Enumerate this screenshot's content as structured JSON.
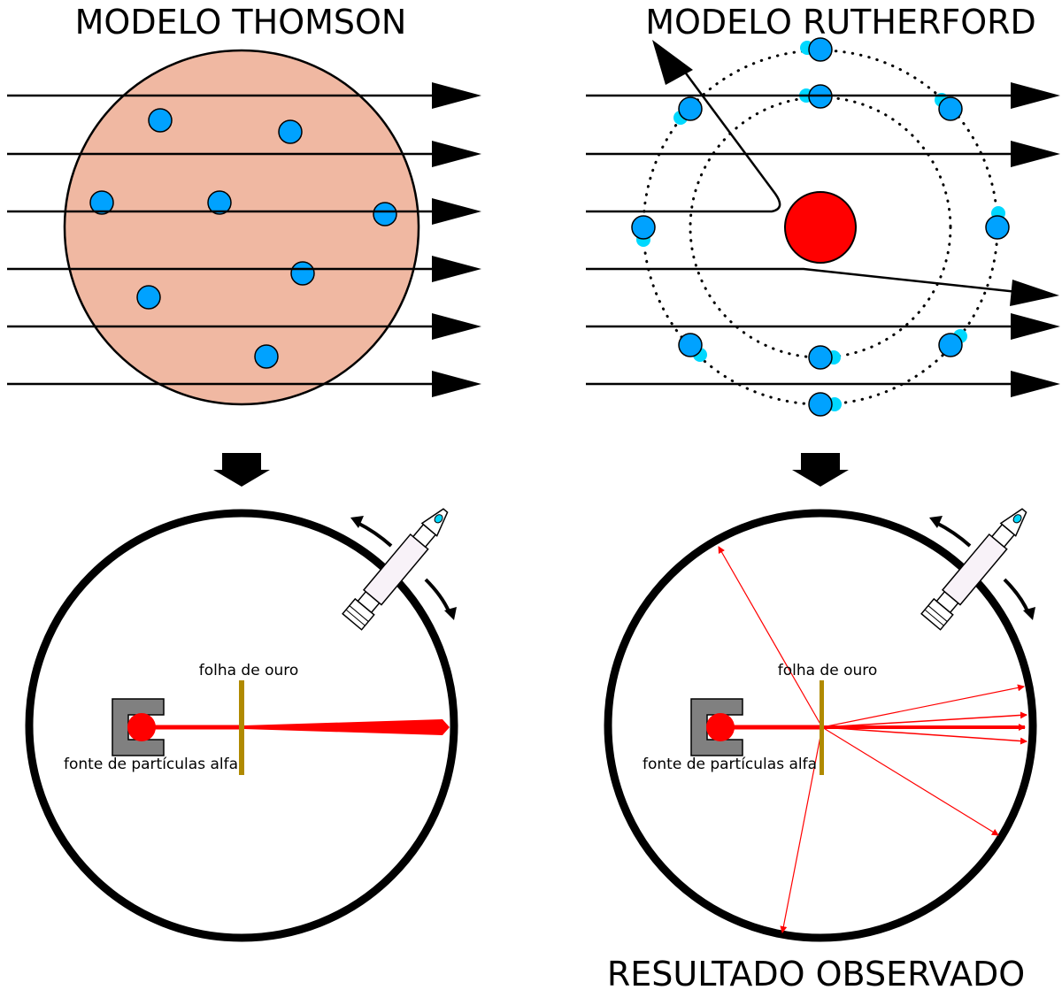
{
  "titles": {
    "thomson": "MODELO THOMSON",
    "rutherford": "MODELO RUTHERFORD",
    "result": "RESULTADO OBSERVADO"
  },
  "labels": {
    "gold_foil": "folha de ouro",
    "alpha_source": "fonte de partículas alfa"
  },
  "colors": {
    "thomson_sphere": "#f0b8a2",
    "electron": "#00a2ff",
    "electron_trail": "#00d8ff",
    "nucleus": "#ff0000",
    "alpha_beam": "#ff0000",
    "gold_foil": "#b08a00",
    "source_housing": "#808080"
  }
}
